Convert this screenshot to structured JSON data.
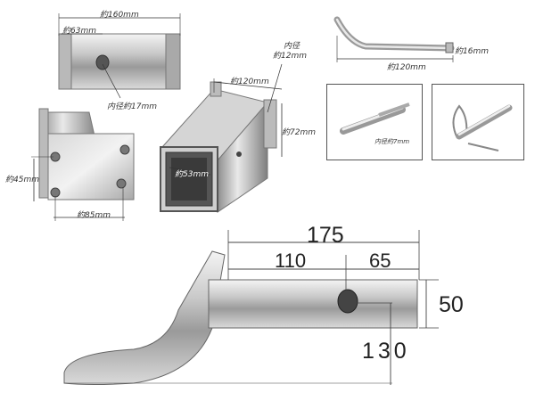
{
  "labels": {
    "w160": "約160mm",
    "w63": "約63mm",
    "inner17": "内径約17mm",
    "w120_tube": "約120mm",
    "inner12_a": "内径",
    "inner12_b": "約12mm",
    "h72": "約72mm",
    "w53": "約53mm",
    "h45": "約45mm",
    "w85": "約85mm",
    "pin16": "約16mm",
    "pin120": "約120mm",
    "pin_inner7": "内径約7mm"
  },
  "dims": {
    "d175": "175",
    "d110": "110",
    "d65": "65",
    "d50": "50",
    "d130": "130"
  }
}
